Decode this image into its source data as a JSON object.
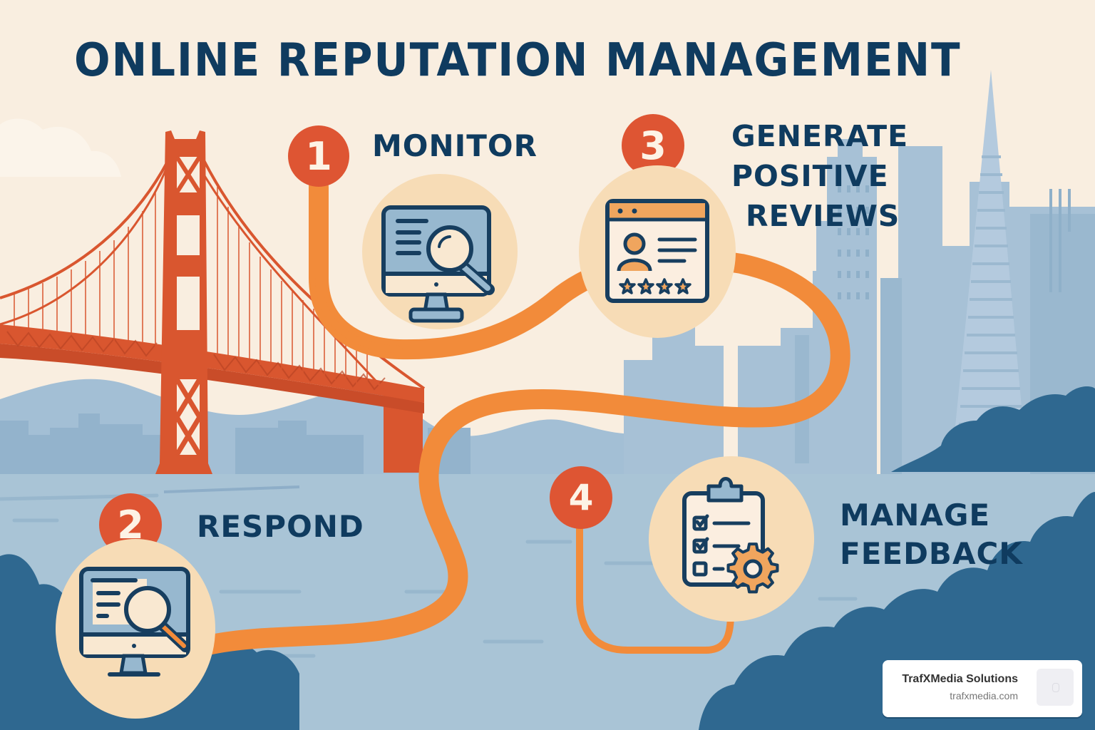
{
  "title": "ONLINE REPUTATION MANAGEMENT",
  "colors": {
    "background": "#f9eee0",
    "title_text": "#0f3b5f",
    "badge": "#de5533",
    "path": "#f28b3a",
    "icon_circle": "#f7dcb6",
    "bridge": "#d9562f",
    "water": "#a9c4d6",
    "skyline": "#a7c1d6",
    "bushes": "#2f6890"
  },
  "steps": [
    {
      "number": "1",
      "label_lines": [
        "MONITOR"
      ],
      "icon": "monitor-magnifier-icon"
    },
    {
      "number": "2",
      "label_lines": [
        "RESPOND"
      ],
      "icon": "monitor-magnifier-icon"
    },
    {
      "number": "3",
      "label_lines": [
        "GENERATE",
        "POSITIVE",
        "REVIEWS"
      ],
      "icon": "review-profile-stars-icon"
    },
    {
      "number": "4",
      "label_lines": [
        "MANAGE",
        "FEEDBACK"
      ],
      "icon": "clipboard-gear-icon"
    }
  ],
  "brand": {
    "name": "TrafXMedia Solutions",
    "url": "trafxmedia.com"
  }
}
